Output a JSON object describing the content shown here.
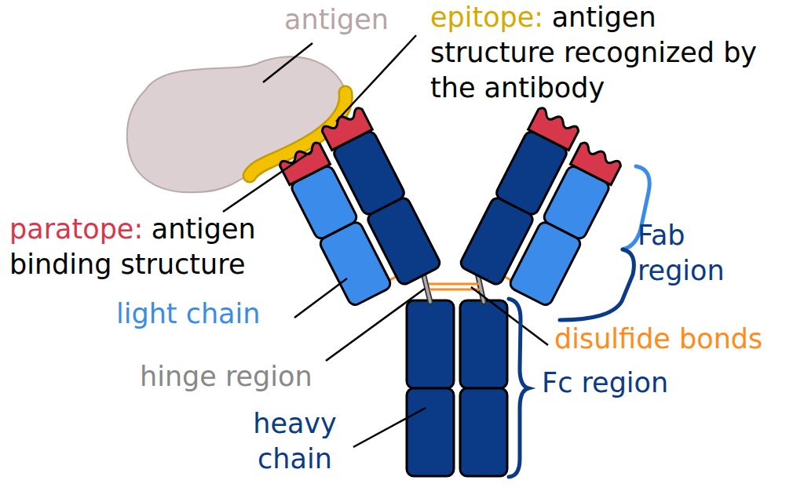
{
  "diagram": {
    "labels": [
      "antigen",
      "epitope:",
      "antigen structure recognized by the antibody",
      "paratope:",
      "antigen binding structure",
      "Fab region",
      "light chain",
      "disulfide bonds",
      "hinge region",
      "Fc region",
      "heavy chain"
    ]
  }
}
